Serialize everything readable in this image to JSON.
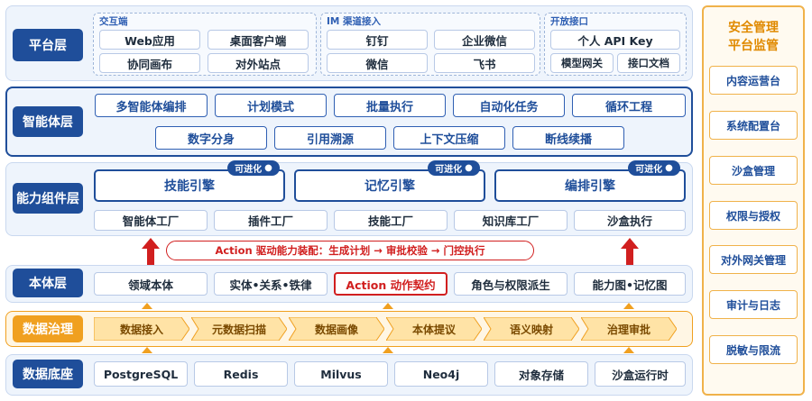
{
  "layers": {
    "platform": "平台层",
    "agent": "智能体层",
    "capability": "能力组件层",
    "ontology": "本体层",
    "governance": "数据治理",
    "foundation": "数据底座"
  },
  "platform": {
    "interaction": {
      "title": "交互端",
      "items": [
        "Web应用",
        "桌面客户端",
        "协同画布",
        "对外站点"
      ]
    },
    "im": {
      "title": "IM 渠道接入",
      "items": [
        "钉钉",
        "企业微信",
        "微信",
        "飞书"
      ]
    },
    "open": {
      "title": "开放接口",
      "items": [
        "个人 API Key",
        "模型网关",
        "接口文档"
      ]
    }
  },
  "agent": {
    "row1": [
      "多智能体编排",
      "计划模式",
      "批量执行",
      "自动化任务",
      "循环工程"
    ],
    "row2": [
      "数字分身",
      "引用溯源",
      "上下文压缩",
      "断线续播"
    ]
  },
  "capability": {
    "evolve_badge": "可进化",
    "engines": [
      "技能引擎",
      "记忆引擎",
      "编排引擎"
    ],
    "factories": [
      "智能体工厂",
      "插件工厂",
      "技能工厂",
      "知识库工厂",
      "沙盒执行"
    ]
  },
  "action_banner": "Action 驱动能力装配：生成计划 → 审批校验 → 门控执行",
  "ontology": {
    "items": [
      "领域本体",
      "实体•关系•铁律",
      "Action 动作契约",
      "角色与权限派生",
      "能力图•记忆图"
    ]
  },
  "governance": {
    "steps": [
      "数据接入",
      "元数据扫描",
      "数据画像",
      "本体提议",
      "语义映射",
      "治理审批"
    ]
  },
  "foundation": {
    "items": [
      "PostgreSQL",
      "Redis",
      "Milvus",
      "Neo4j",
      "对象存储",
      "沙盒运行时"
    ]
  },
  "sidebar": {
    "title_line1": "安全管理",
    "title_line2": "平台监管",
    "items": [
      "内容运营台",
      "系统配置台",
      "沙盒管理",
      "权限与授权",
      "对外网关管理",
      "审计与日志",
      "脱敏与限流"
    ]
  },
  "colors": {
    "primary": "#1f4e9a",
    "accent_red": "#d11f1f",
    "governance_orange": "#f0a020",
    "sidebar_border": "#f0b24a"
  }
}
